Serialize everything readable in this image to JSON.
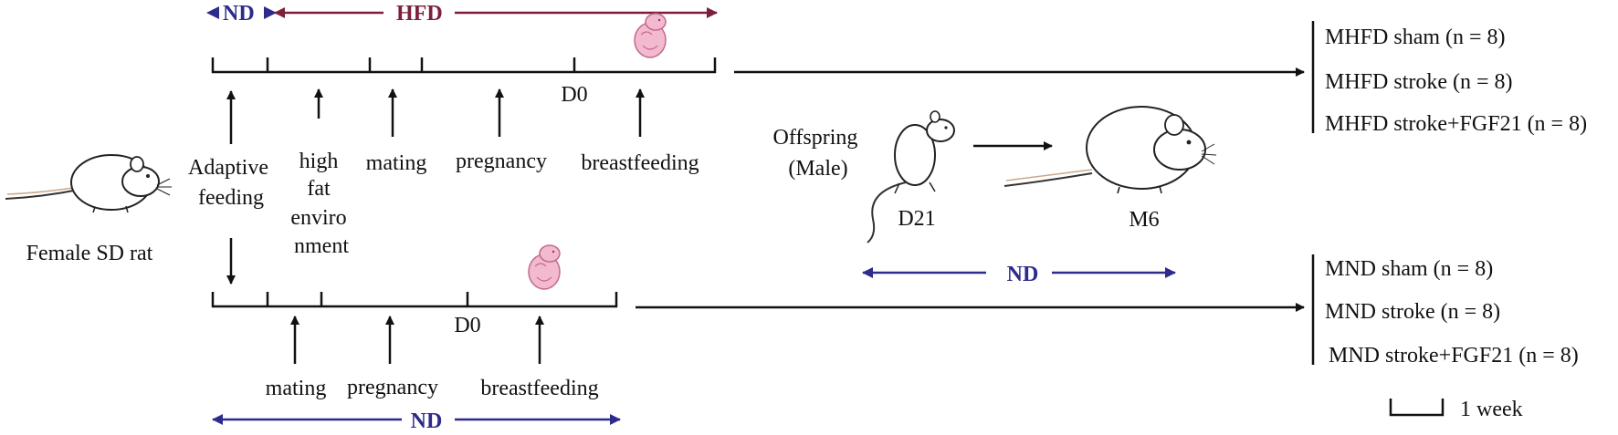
{
  "colors": {
    "nd": "#2d2b8c",
    "hfd": "#7d1f3a",
    "line": "#111111",
    "pup": "#f2b9cf"
  },
  "diets": {
    "top_nd": "ND",
    "top_hfd": "HFD",
    "bottom_nd": "ND",
    "offspring_nd": "ND"
  },
  "mother": {
    "label": "Female SD rat"
  },
  "top_timeline": {
    "adaptive_feeding": [
      "Adaptive",
      "feeding"
    ],
    "high_fat_environment": [
      "high",
      "fat",
      "enviro",
      "nment"
    ],
    "mating": "mating",
    "pregnancy": "pregnancy",
    "day0": "D0",
    "breastfeeding": "breastfeeding"
  },
  "bottom_timeline": {
    "mating": "mating",
    "pregnancy": "pregnancy",
    "day0": "D0",
    "breastfeeding": "breastfeeding"
  },
  "offspring": {
    "label_line1": "Offspring",
    "label_line2": "(Male)",
    "day21": "D21",
    "month6": "M6"
  },
  "groups_mhfd": [
    "MHFD sham (n = 8)",
    "MHFD stroke (n = 8)",
    "MHFD stroke+FGF21 (n = 8)"
  ],
  "groups_mnd": [
    "MND sham (n = 8)",
    "MND stroke (n = 8)",
    "MND stroke+FGF21 (n = 8)"
  ],
  "scale_bar": {
    "label": "1 week"
  }
}
